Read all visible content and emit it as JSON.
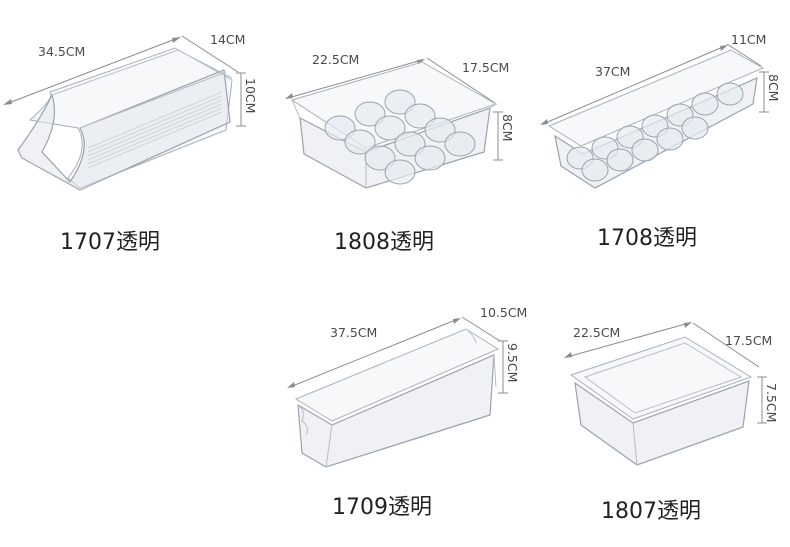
{
  "products": [
    {
      "model": "1707透明",
      "dimensions": {
        "length": "34.5CM",
        "width": "14CM",
        "height": "10CM"
      }
    },
    {
      "model": "1808透明",
      "dimensions": {
        "length": "22.5CM",
        "width": "17.5CM",
        "height": "8CM"
      }
    },
    {
      "model": "1708透明",
      "dimensions": {
        "length": "37CM",
        "width": "11CM",
        "height": "8CM"
      }
    },
    {
      "model": "1709透明",
      "dimensions": {
        "length": "37.5CM",
        "width": "10.5CM",
        "height": "9.5CM"
      }
    },
    {
      "model": "1807透明",
      "dimensions": {
        "length": "22.5CM",
        "width": "17.5CM",
        "height": "7.5CM"
      }
    }
  ],
  "colors": {
    "text": "#222222",
    "dimension_line": "#8c8c8c",
    "plastic": "#e1e6ec"
  }
}
